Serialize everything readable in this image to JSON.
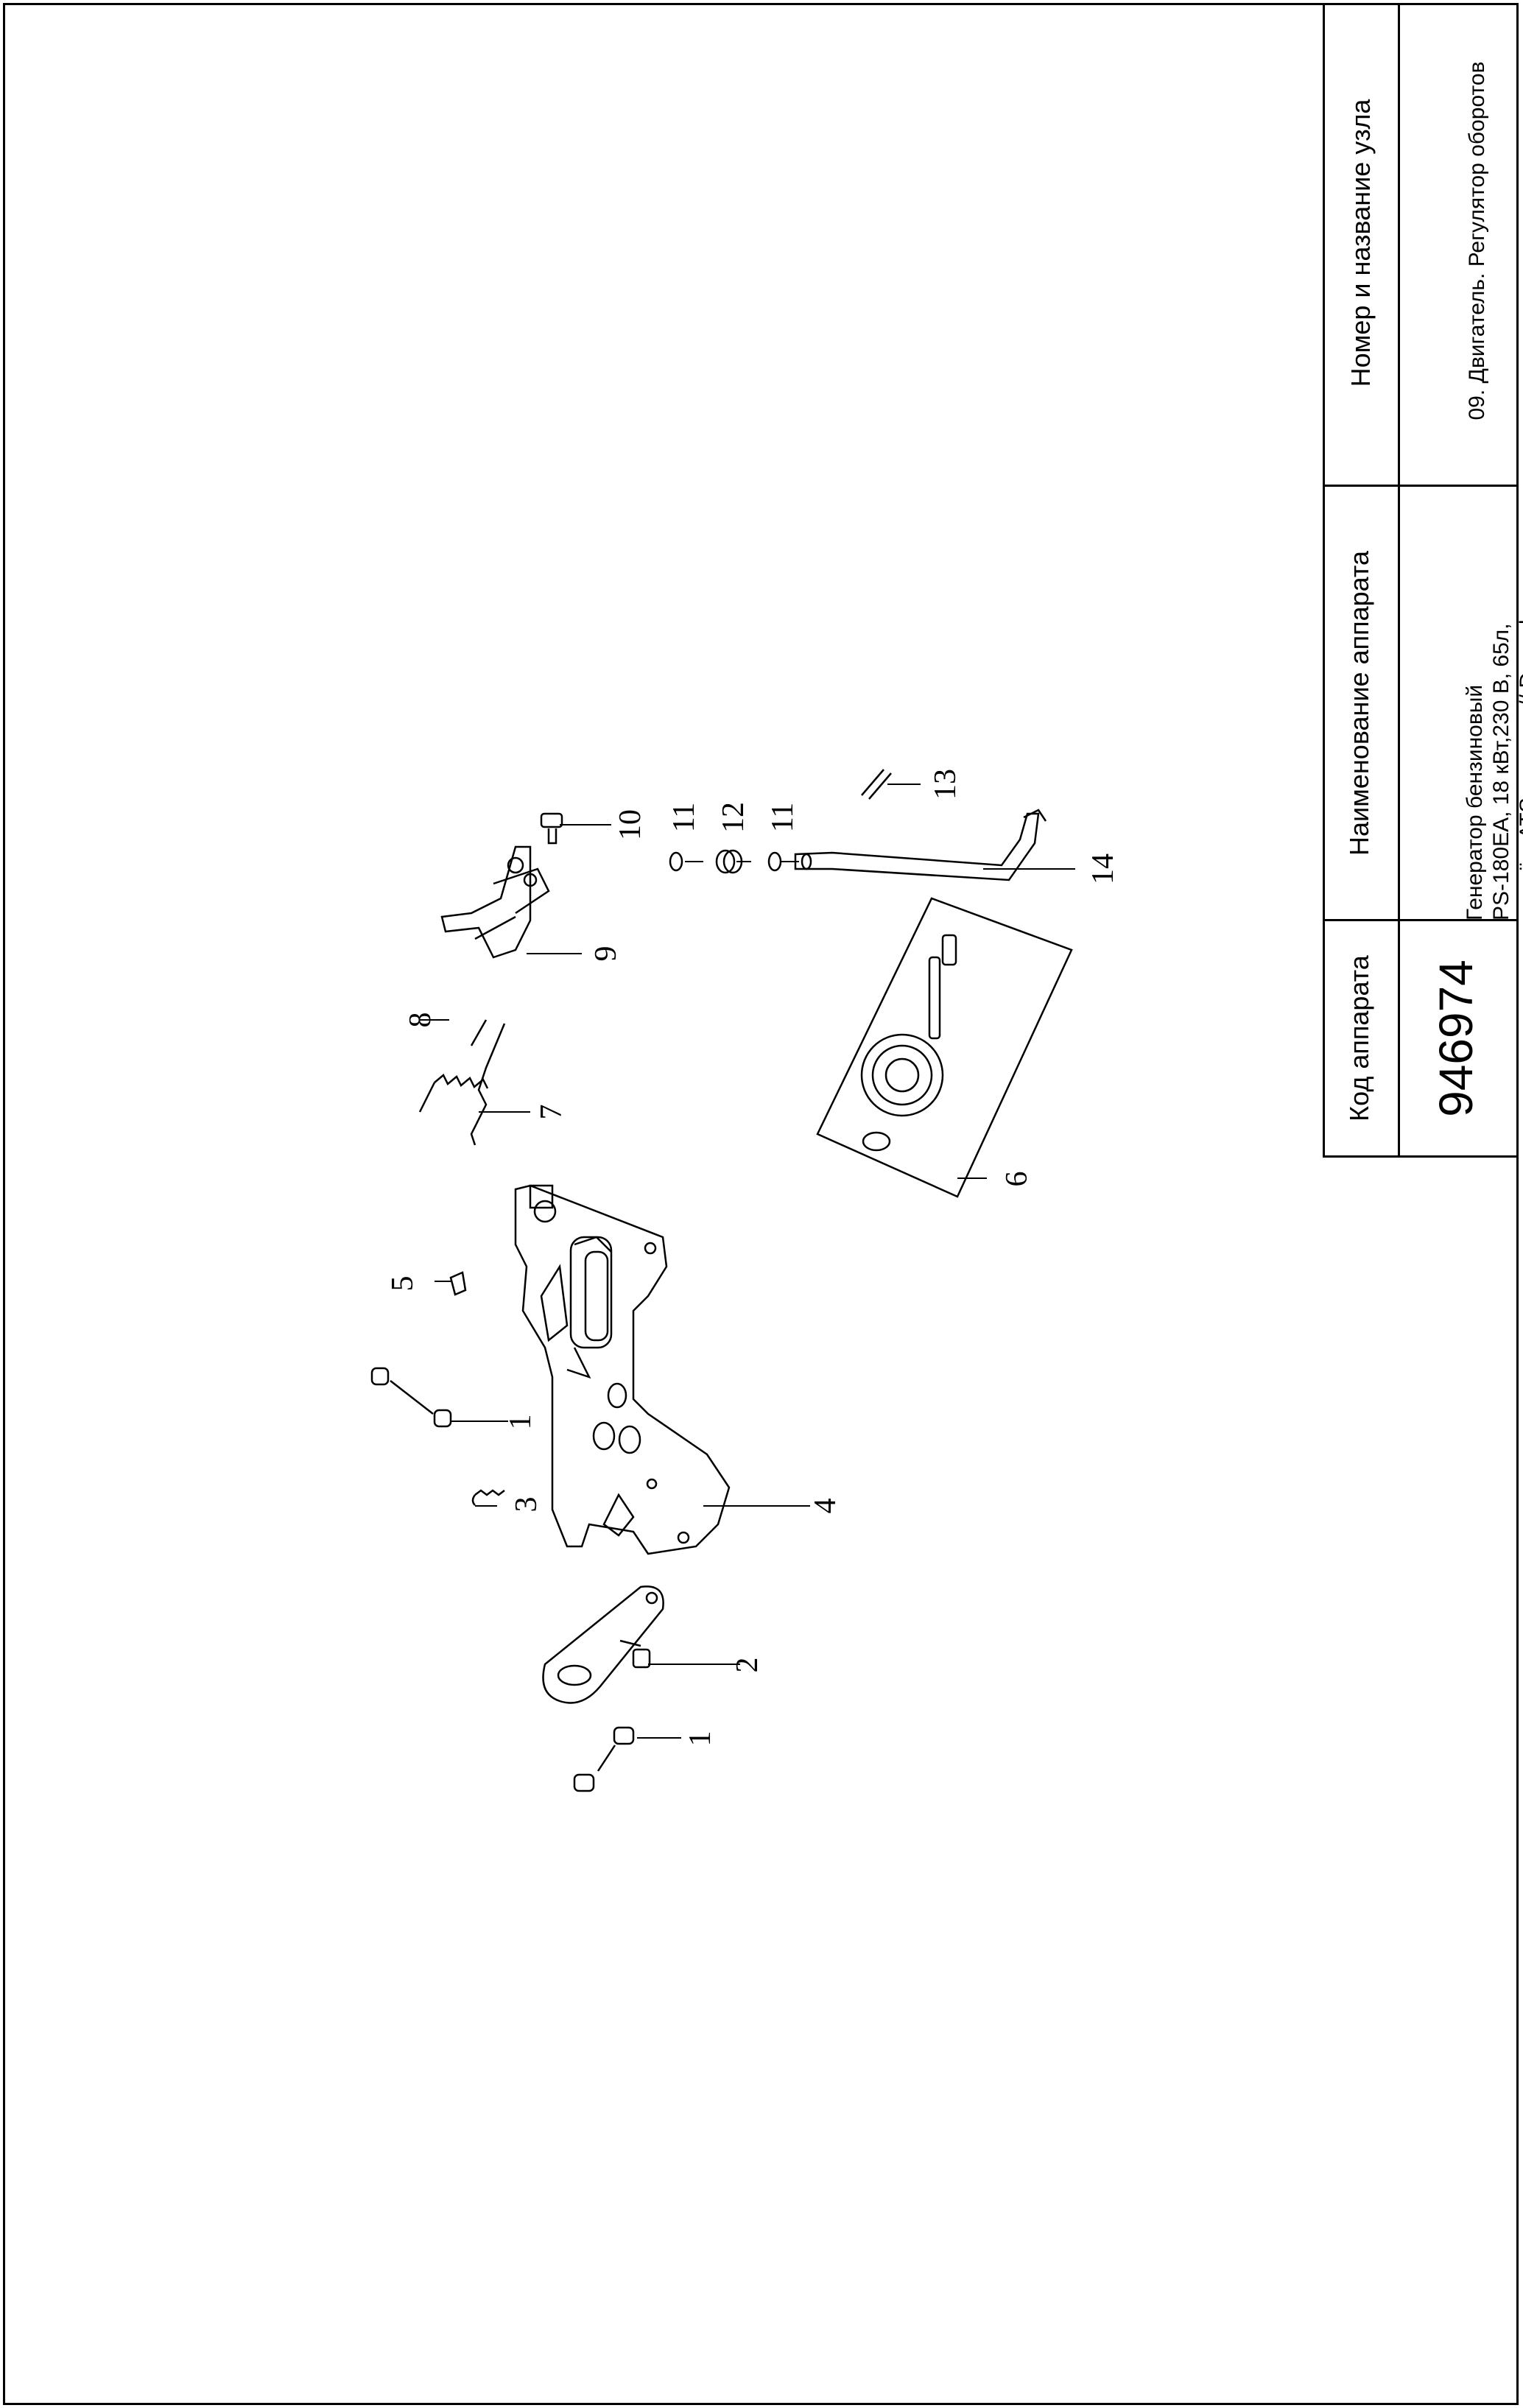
{
  "title_block": {
    "code_header": "Код аппарата",
    "code_value": "946974",
    "name_header": "Наименование аппарата",
    "name_value_lines": [
      "Генератор бензиновый",
      "PS-180EA, 18 кВт,230 В, 65л,",
      "разъём ATS,эл.старт// Denzel"
    ],
    "unit_header": "Номер и название узла",
    "unit_value": "09. Двигатель. Регулятор оборотов"
  },
  "callouts": [
    "1",
    "1",
    "2",
    "3",
    "4",
    "5",
    "6",
    "7",
    "8",
    "9",
    "10",
    "11",
    "12",
    "11",
    "13",
    "14"
  ]
}
